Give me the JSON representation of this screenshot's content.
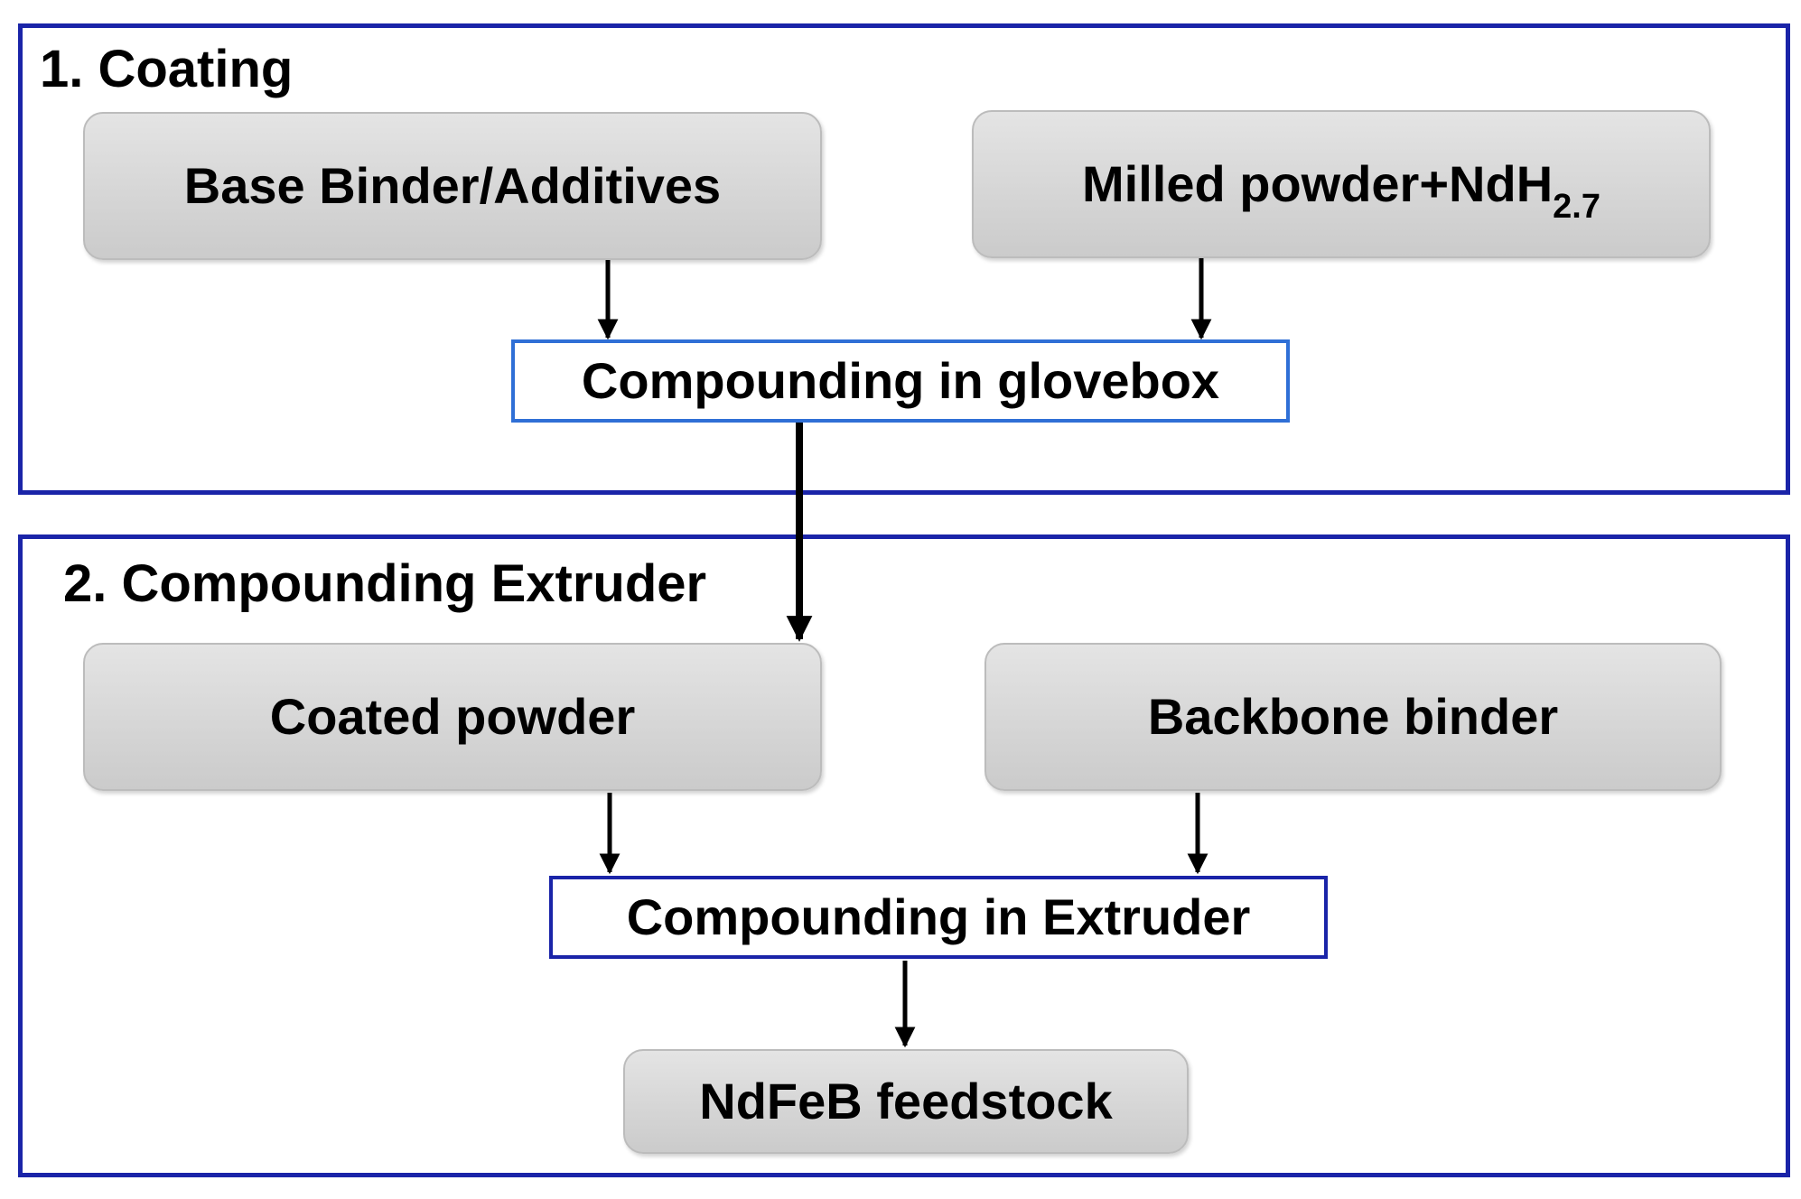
{
  "sections": {
    "coating": {
      "title": "1. Coating",
      "frame_color": "#1a24a8"
    },
    "extruder": {
      "title": "2. Compounding Extruder",
      "frame_color": "#1a24a8"
    }
  },
  "nodes": {
    "base_binder": {
      "label": "Base Binder/Additives"
    },
    "milled_powder": {
      "label": "Milled powder+NdH",
      "subscript": "2.7"
    },
    "compounding_glovebox": {
      "label": "Compounding in glovebox",
      "border_color": "#2f6fd6"
    },
    "coated_powder": {
      "label": "Coated powder"
    },
    "backbone_binder": {
      "label": "Backbone binder"
    },
    "compounding_extruder": {
      "label": "Compounding in Extruder",
      "border_color": "#1a24a8"
    },
    "feedstock": {
      "label": "NdFeB feedstock"
    }
  },
  "edges": [
    {
      "from": "base_binder",
      "to": "compounding_glovebox"
    },
    {
      "from": "milled_powder",
      "to": "compounding_glovebox"
    },
    {
      "from": "compounding_glovebox",
      "to": "coated_powder"
    },
    {
      "from": "coated_powder",
      "to": "compounding_extruder"
    },
    {
      "from": "backbone_binder",
      "to": "compounding_extruder"
    },
    {
      "from": "compounding_extruder",
      "to": "feedstock"
    }
  ],
  "colors": {
    "frame": "#1a24a8",
    "glovebox_border": "#2f6fd6",
    "arrow": "#000000",
    "box_fill": "#d6d6d6"
  }
}
